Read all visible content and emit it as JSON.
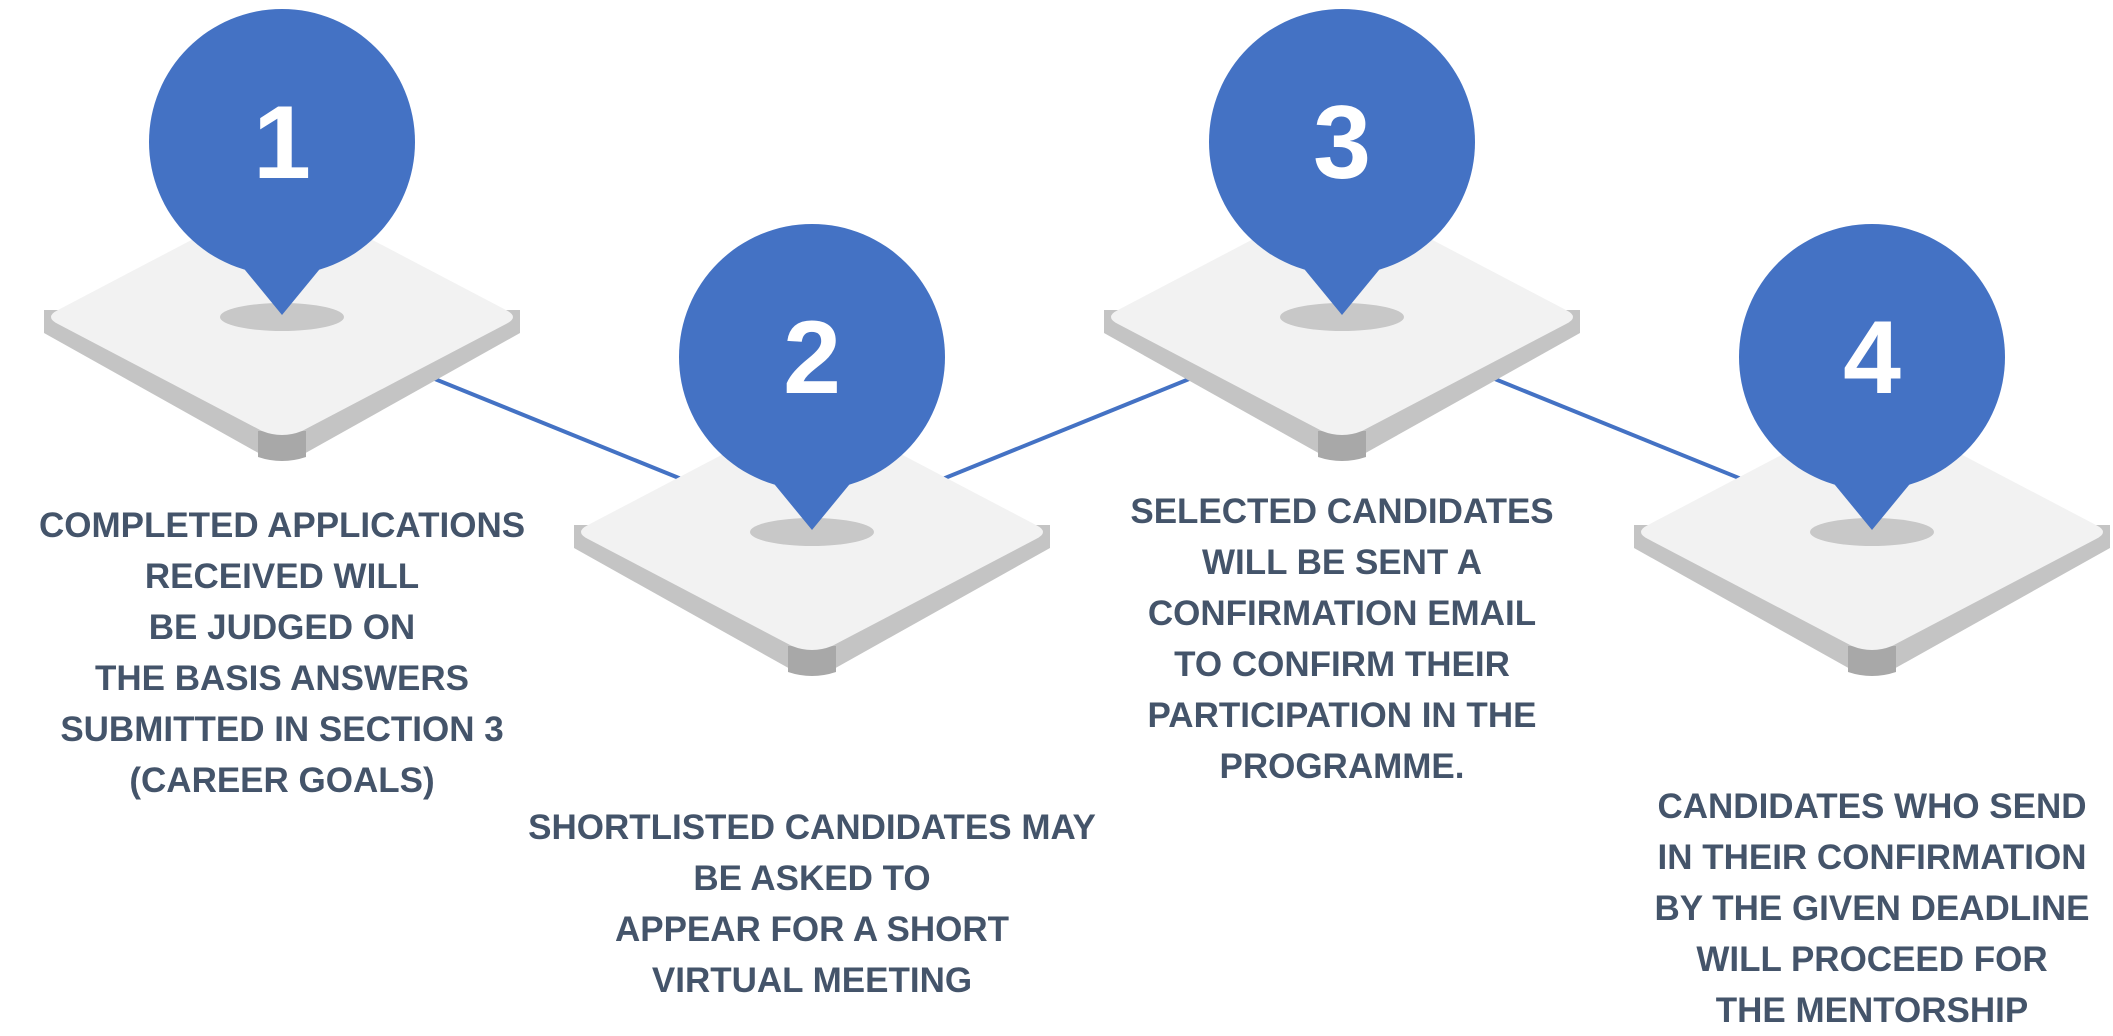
{
  "colors": {
    "accent": "#4472C4",
    "caption_text": "#44546A",
    "platform_top": "#F2F2F2",
    "platform_side": "#C4C4C4",
    "platform_corner": "#A8A8A8",
    "pin_shadow": "#C8C8C8",
    "pin_number": "#FFFFFF"
  },
  "steps": [
    {
      "number": "1",
      "lines": [
        "COMPLETED APPLICATIONS",
        "RECEIVED WILL",
        "BE JUDGED ON",
        "THE BASIS ANSWERS",
        "SUBMITTED IN SECTION 3",
        "(CAREER GOALS)"
      ]
    },
    {
      "number": "2",
      "lines": [
        "SHORTLISTED CANDIDATES MAY",
        "BE ASKED TO",
        "APPEAR FOR A SHORT",
        "VIRTUAL MEETING"
      ]
    },
    {
      "number": "3",
      "lines": [
        "SELECTED CANDIDATES",
        "WILL BE SENT A",
        "CONFIRMATION EMAIL",
        "TO CONFIRM THEIR",
        "PARTICIPATION IN THE",
        "PROGRAMME."
      ]
    },
    {
      "number": "4",
      "lines": [
        "CANDIDATES WHO SEND",
        "IN THEIR CONFIRMATION",
        "BY THE GIVEN DEADLINE",
        "WILL PROCEED FOR",
        "THE MENTORSHIP"
      ]
    }
  ]
}
